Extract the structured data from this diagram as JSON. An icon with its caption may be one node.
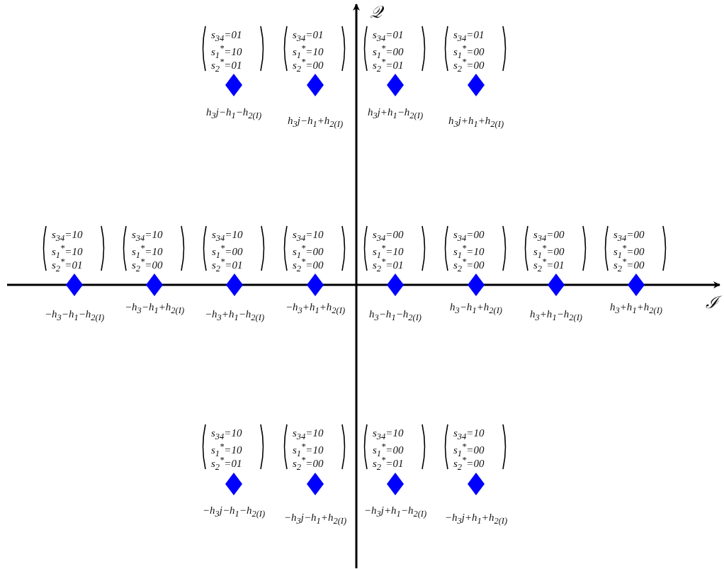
{
  "diagram": {
    "nodes": [
      {
        "text": [],
        "shape": "diamond",
        "beside": [
          "s$_{34}$=01",
          "s$_{1}$$^{*}$=10",
          "s$_{2}$$^{*}$=01",
          "h$_{3}$j−h$_{1}$−h$_{2(I)}$"
        ]
      },
      {
        "text": [],
        "shape": "diamond",
        "beside": [
          "s$_{34}$=01",
          "s$_{1}$$^{*}$=10",
          "s$_{2}$$^{*}$=00",
          "h$_{3}$j−h$_{1}$+h$_{2(I)}$"
        ]
      },
      {
        "text": [],
        "shape": "diamond",
        "beside": [
          "s$_{34}$=01",
          "s$_{1}$$^{*}$=00",
          "s$_{2}$$^{*}$=01",
          "h$_{3}$j+h$_{1}$−h$_{2(I)}$"
        ]
      },
      {
        "text": [],
        "shape": "diamond",
        "beside": [
          "s$_{34}$=01",
          "s$_{1}$$^{*}$=00",
          "s$_{2}$$^{*}$=00",
          "h$_{3}$j+h$_{1}$+h$_{2(I)}$"
        ]
      },
      {
        "text": [],
        "shape": "diamond",
        "beside": [
          "s$_{34}$=10",
          "s$_{1}$$^{*}$=10",
          "s$_{2}$$^{*}$=01",
          "−h$_{3}$−h$_{1}$−h$_{2(I)}$"
        ]
      },
      {
        "text": [],
        "shape": "diamond",
        "beside": [
          "s$_{34}$=10",
          "s$_{1}$$^{*}$=10",
          "s$_{2}$$^{*}$=00",
          "−h$_{3}$−h$_{1}$+h$_{2(I)}$"
        ]
      },
      {
        "text": [],
        "shape": "diamond",
        "beside": [
          "s$_{34}$=10",
          "s$_{1}$$^{*}$=00",
          "s$_{2}$$^{*}$=01",
          "−h$_{3}$+h$_{1}$−h$_{2(I)}$"
        ]
      },
      {
        "text": [],
        "shape": "diamond",
        "beside": [
          "s$_{34}$=10",
          "s$_{1}$$^{*}$=00",
          "s$_{2}$$^{*}$=00",
          "−h$_{3}$+h$_{1}$+h$_{2(I)}$"
        ]
      },
      {
        "text": [],
        "shape": "diamond",
        "beside": [
          "s$_{34}$=00",
          "s$_{1}$$^{*}$=10",
          "s$_{2}$$^{*}$=01",
          "h$_{3}$−h$_{1}$−h$_{2(I)}$"
        ]
      },
      {
        "text": [],
        "shape": "diamond",
        "beside": [
          "s$_{34}$=00",
          "s$_{1}$$^{*}$=10",
          "s$_{2}$$^{*}$=00",
          "h$_{3}$−h$_{1}$+h$_{2(I)}$"
        ]
      },
      {
        "text": [],
        "shape": "diamond",
        "beside": [
          "s$_{34}$=00",
          "s$_{1}$$^{*}$=00",
          "s$_{2}$$^{*}$=01",
          "h$_{3}$+h$_{1}$−h$_{2(I)}$"
        ]
      },
      {
        "text": [],
        "shape": "diamond",
        "beside": [
          "s$_{34}$=00",
          "s$_{1}$$^{*}$=00",
          "s$_{2}$$^{*}$=00",
          "h$_{3}$+h$_{1}$+h$_{2(I)}$"
        ]
      },
      {
        "text": [],
        "shape": "diamond",
        "beside": [
          "s$_{34}$=10",
          "s$_{1}$$^{*}$=10",
          "s$_{2}$$^{*}$=01",
          "−h$_{3}$j−h$_{1}$−h$_{2(I)}$"
        ]
      },
      {
        "text": [],
        "shape": "diamond",
        "beside": [
          "s$_{34}$=10",
          "s$_{1}$$^{*}$=10",
          "s$_{2}$$^{*}$=00",
          "−h$_{3}$j−h$_{1}$+h$_{2(I)}$"
        ]
      },
      {
        "text": [],
        "shape": "diamond",
        "beside": [
          "s$_{34}$=10",
          "s$_{1}$$^{*}$=00",
          "s$_{2}$$^{*}$=01",
          "−h$_{3}$j+h$_{1}$−h$_{2(I)}$"
        ]
      },
      {
        "text": [],
        "shape": "diamond",
        "beside": [
          "s$_{34}$=10",
          "s$_{1}$$^{*}$=00",
          "s$_{2}$$^{*}$=00",
          "−h$_{3}$j+h$_{1}$+h$_{2(I)}$"
        ]
      }
    ],
    "labels": [
      "𝒬",
      "ℐ"
    ]
  }
}
